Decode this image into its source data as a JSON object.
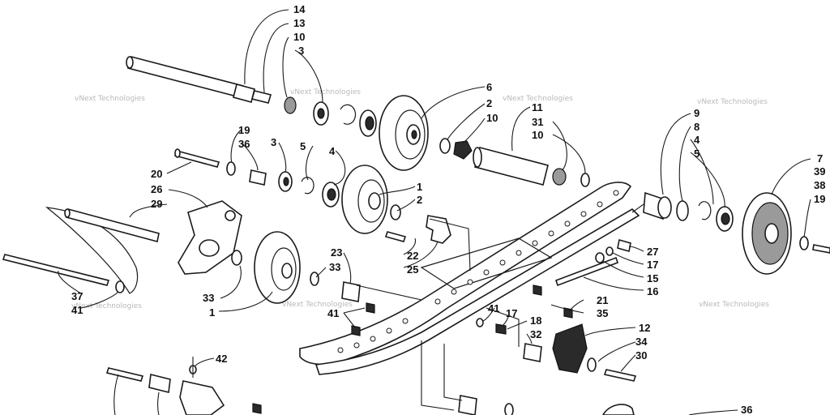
{
  "watermark": "vNext Technologies",
  "callouts": {
    "c14": "14",
    "c13": "13",
    "c10a": "10",
    "c3a": "3",
    "c6": "6",
    "c2a": "2",
    "c10b": "10",
    "c11": "11",
    "c31": "31",
    "c10c": "10",
    "c9": "9",
    "c8": "8",
    "c4a": "4",
    "c5a": "5",
    "c7": "7",
    "c39": "39",
    "c38": "38",
    "c19a": "19",
    "c19b": "19",
    "c36a": "36",
    "c3b": "3",
    "c5b": "5",
    "c4b": "4",
    "c20": "20",
    "c26": "26",
    "c29": "29",
    "c1a": "1",
    "c2b": "2",
    "c22": "22",
    "c25": "25",
    "c23": "23",
    "c33a": "33",
    "c33b": "33",
    "c1b": "1",
    "c37": "37",
    "c41a": "41",
    "c27": "27",
    "c17a": "17",
    "c15": "15",
    "c16": "16",
    "c21": "21",
    "c35": "35",
    "c41b": "41",
    "c41c": "41",
    "c17b": "17",
    "c18": "18",
    "c32": "32",
    "c12": "12",
    "c34": "34",
    "c30": "30",
    "c42": "42",
    "c36b": "36"
  }
}
